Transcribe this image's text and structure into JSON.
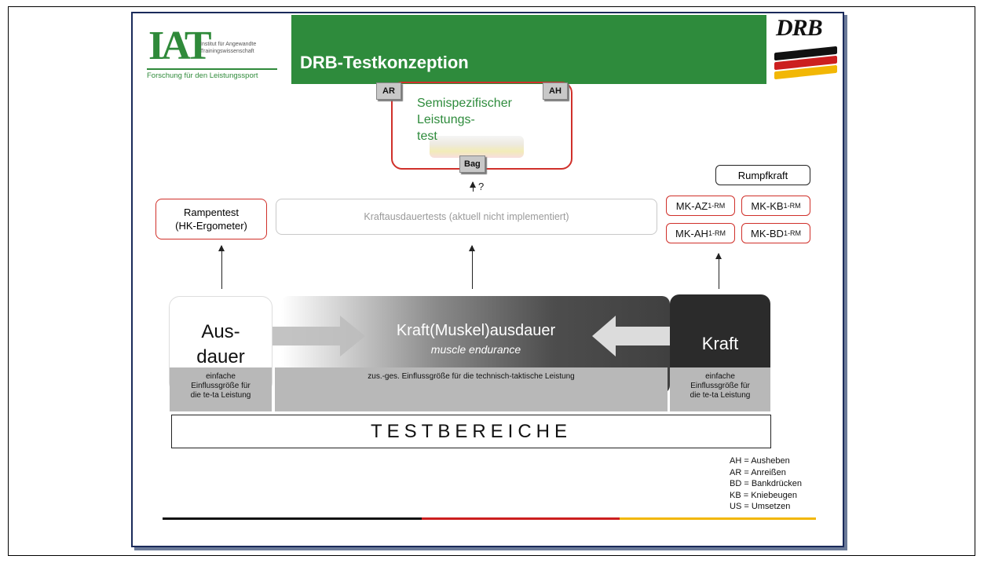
{
  "header": {
    "title": "DRB-Testkonzeption",
    "logo_left": {
      "main": "IAT",
      "sub1": "Institut für Angewandte",
      "sub2": "Trainingswissenschaft",
      "tagline": "Forschung für den Leistungssport"
    },
    "logo_right": "DRB"
  },
  "semi": {
    "line1": "Semispezifischer",
    "line2": "Leistungs-",
    "line3": "test",
    "tags": {
      "ar": "AR",
      "ah": "AH",
      "bag": "Bag"
    },
    "question": "?"
  },
  "tests": {
    "rampentest_line1": "Rampentest",
    "rampentest_line2": "(HK-Ergometer)",
    "kraftausdauer": "Kraftausdauertests (aktuell nicht implementiert)",
    "rumpfkraft": "Rumpfkraft",
    "mk_az": "MK-AZ",
    "mk_kb": "MK-KB",
    "mk_ah": "MK-AH",
    "mk_bd": "MK-BD",
    "mk_sub": "1-RM"
  },
  "areas": {
    "ausdauer_line1": "Aus-",
    "ausdauer_line2": "dauer",
    "middle_title": "Kraft(Muskel)ausdauer",
    "middle_sub": "muscle endurance",
    "kraft": "Kraft"
  },
  "cells": {
    "left_l1": "einfache",
    "left_l2": "Einflussgröße für",
    "left_l3": "die te-ta Leistung",
    "middle": "zus.-ges. Einflussgröße für die  technisch-taktische Leistung",
    "right_l1": "einfache",
    "right_l2": "Einflussgröße für",
    "right_l3": "die te-ta Leistung"
  },
  "testbereiche": "TESTBEREICHE",
  "legend": [
    "AH = Ausheben",
    "AR = Anreißen",
    "BD = Bankdrücken",
    "KB = Kniebeugen",
    "US = Umsetzen"
  ],
  "colors": {
    "green": "#2e8b3c",
    "red_border": "#d0302a",
    "black": "#111111",
    "flag_red": "#cc1f1f",
    "flag_gold": "#f2b705"
  }
}
